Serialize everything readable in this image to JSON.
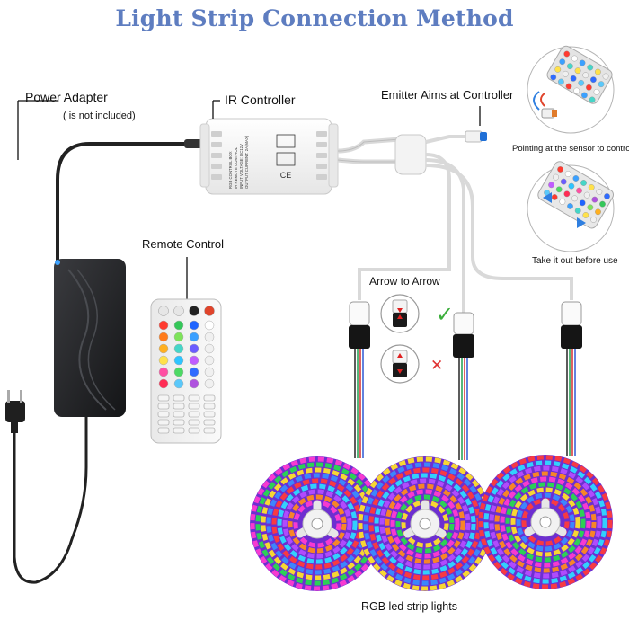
{
  "title": "Light Strip Connection Method",
  "labels": {
    "power_adapter": "Power Adapter",
    "not_included": "( is not included)",
    "ir_controller": "IR Controller",
    "emitter": "Emitter Aims at Controller",
    "remote_control": "Remote Control",
    "arrow_to_arrow": "Arrow to Arrow",
    "pointing": "Pointing at the sensor to control",
    "take_out": "Take it out before use",
    "rgb_strips": "RGB led strip lights"
  },
  "controller_box_text": [
    "RGB CONTROL BOX",
    "IR REMOTE CONTROL",
    "INPUT VOLTAGE: DC12V",
    "OUTPUT CURRENT: 2A(MAX)"
  ],
  "marks": {
    "check": "✓",
    "cross": "✕"
  },
  "colors": {
    "title": "#5e7dc0",
    "check": "#3cae3c",
    "cross": "#e03131",
    "cable": "#d8d8d8",
    "adapter": "#1e1f22"
  }
}
